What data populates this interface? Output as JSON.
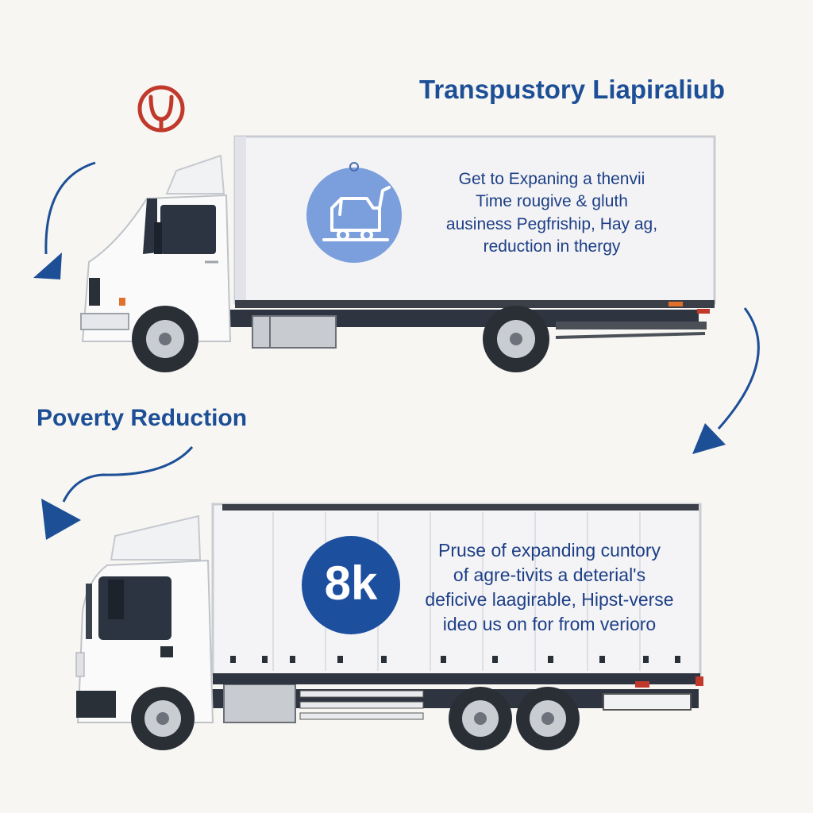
{
  "top": {
    "heading": "Transpustory Liapiraliub",
    "lines": [
      "Get to Expaning a thenvii",
      "Time rougive & gluth",
      "ausiness Pegfriship, Hay ag,",
      "reduction in thergy"
    ],
    "icon": "vehicle-icon"
  },
  "bottom": {
    "heading": "Poverty Reduction",
    "badge": "8k",
    "lines": [
      "Pruse of expanding cuntory",
      "of agre-tivits a deterial's",
      "deficive laagirable, Hipst-verse",
      "ideo us on for from verioro"
    ]
  },
  "colors": {
    "accent": "#1d4f97",
    "badge": "#1d4f9f",
    "icon_circle": "#7b9fdc",
    "stethoscope": "#c0392b"
  },
  "icons": [
    "stethoscope-icon",
    "curved-arrow-icon"
  ]
}
